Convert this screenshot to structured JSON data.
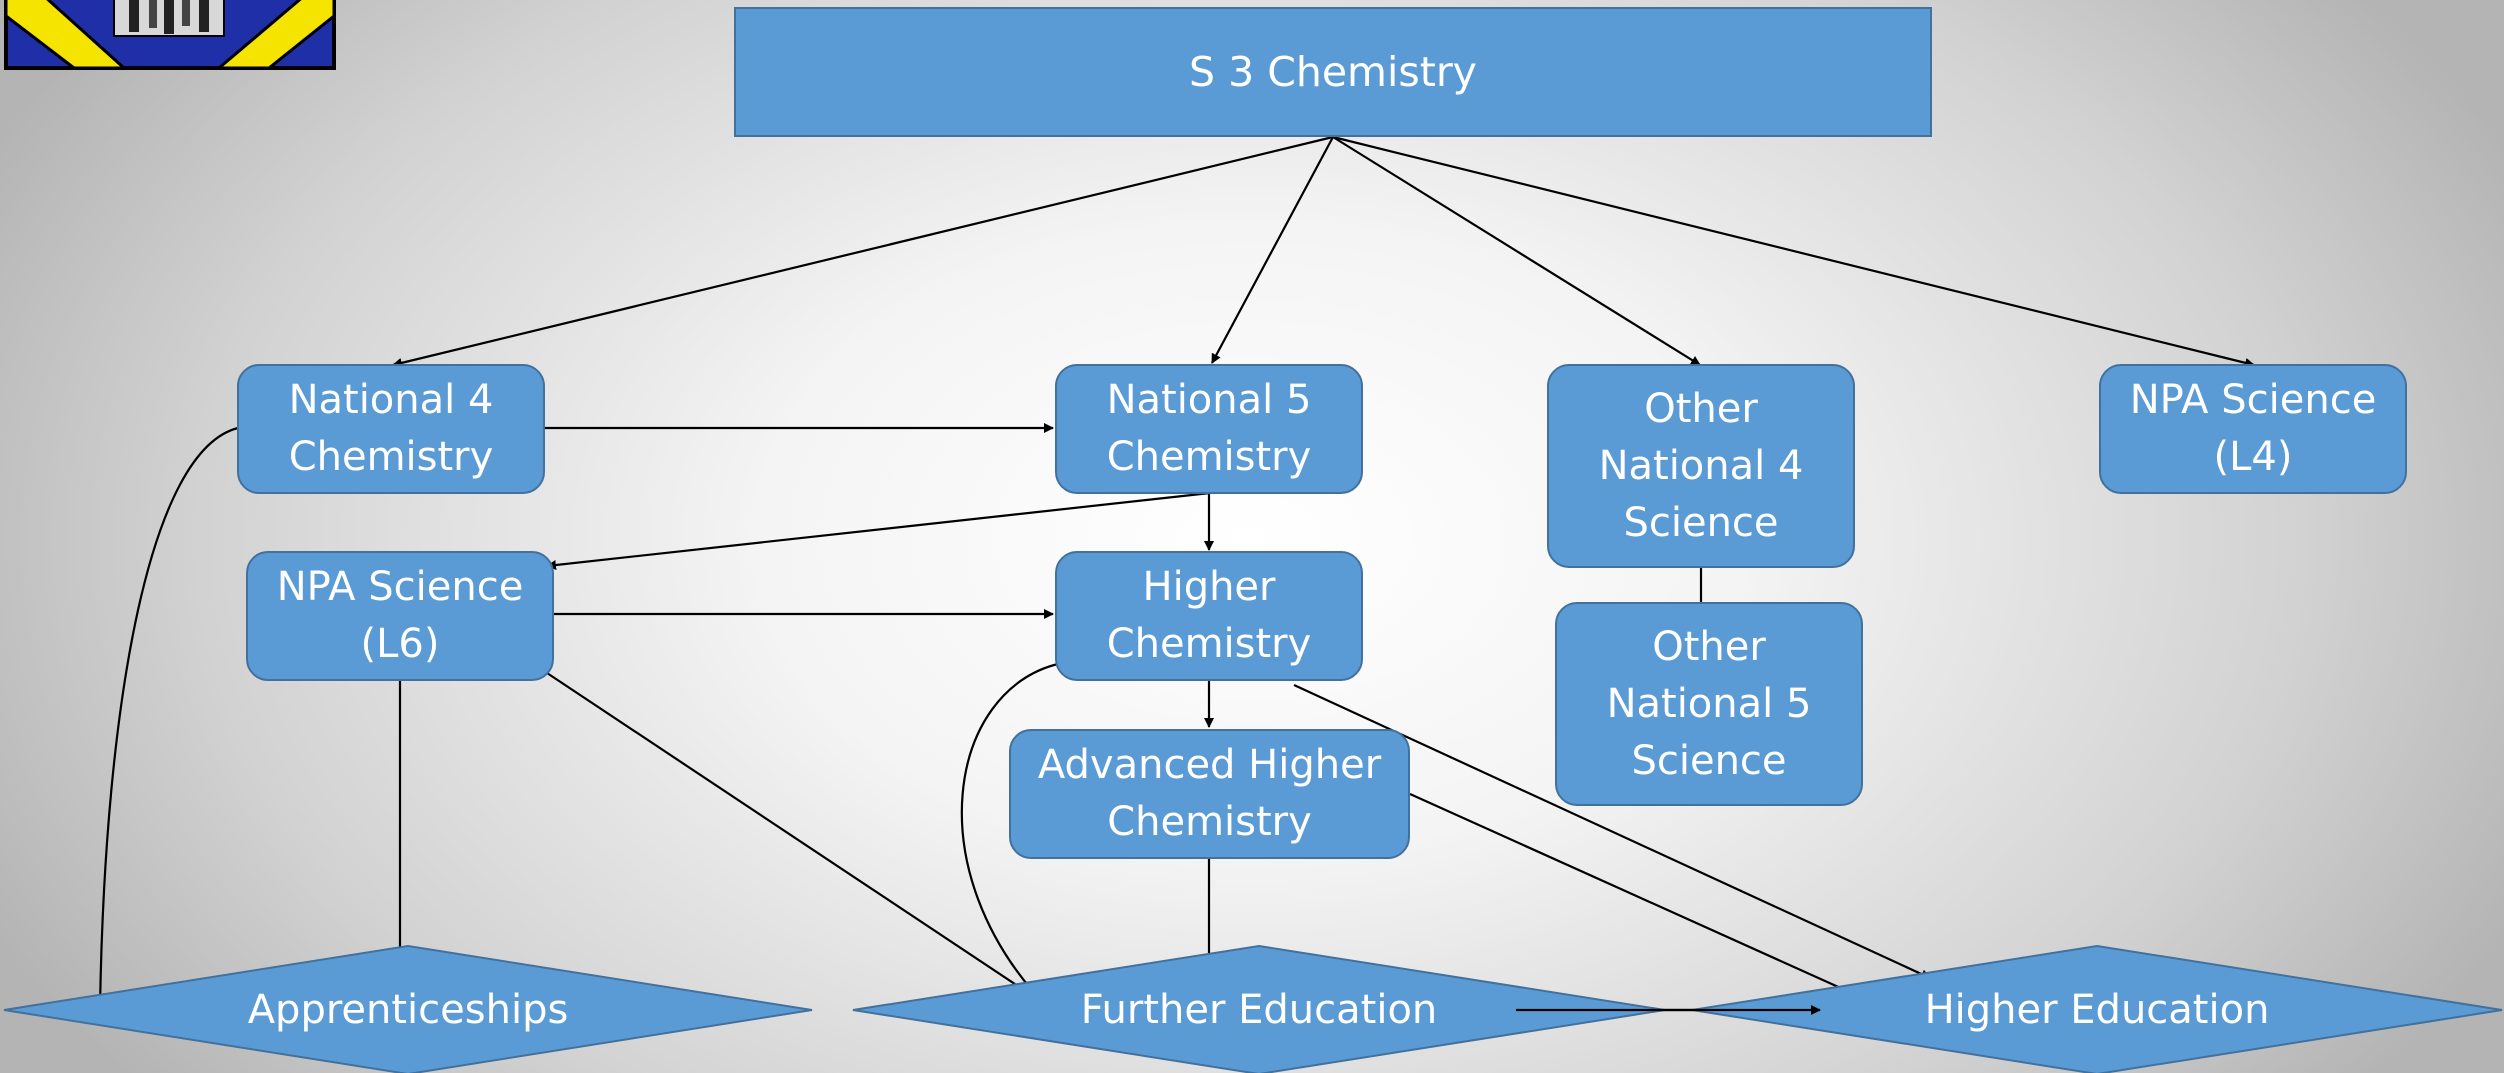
{
  "diagram": {
    "title": "S 3 Chemistry",
    "courses": {
      "n4_chem": [
        "National 4",
        "Chemistry"
      ],
      "n5_chem": [
        "National 5",
        "Chemistry"
      ],
      "other_n4": [
        "Other",
        "National 4",
        "Science"
      ],
      "npa_l4": [
        "NPA Science",
        "(L4)"
      ],
      "npa_l6": [
        "NPA Science",
        "(L6)"
      ],
      "higher_chem": [
        "Higher",
        "Chemistry"
      ],
      "other_n5": [
        "Other",
        "National 5",
        "Science"
      ],
      "adv_higher": [
        "Advanced Higher",
        "Chemistry"
      ]
    },
    "outcomes": {
      "apprenticeships": "Apprenticeships",
      "further_education": "Further Education",
      "higher_education": "Higher Education"
    }
  },
  "colors": {
    "box_fill": "#5b9bd5",
    "box_border": "#41719c",
    "text": "#ffffff",
    "arrow": "#000000"
  },
  "logo": {
    "icon": "school-crest-icon"
  }
}
